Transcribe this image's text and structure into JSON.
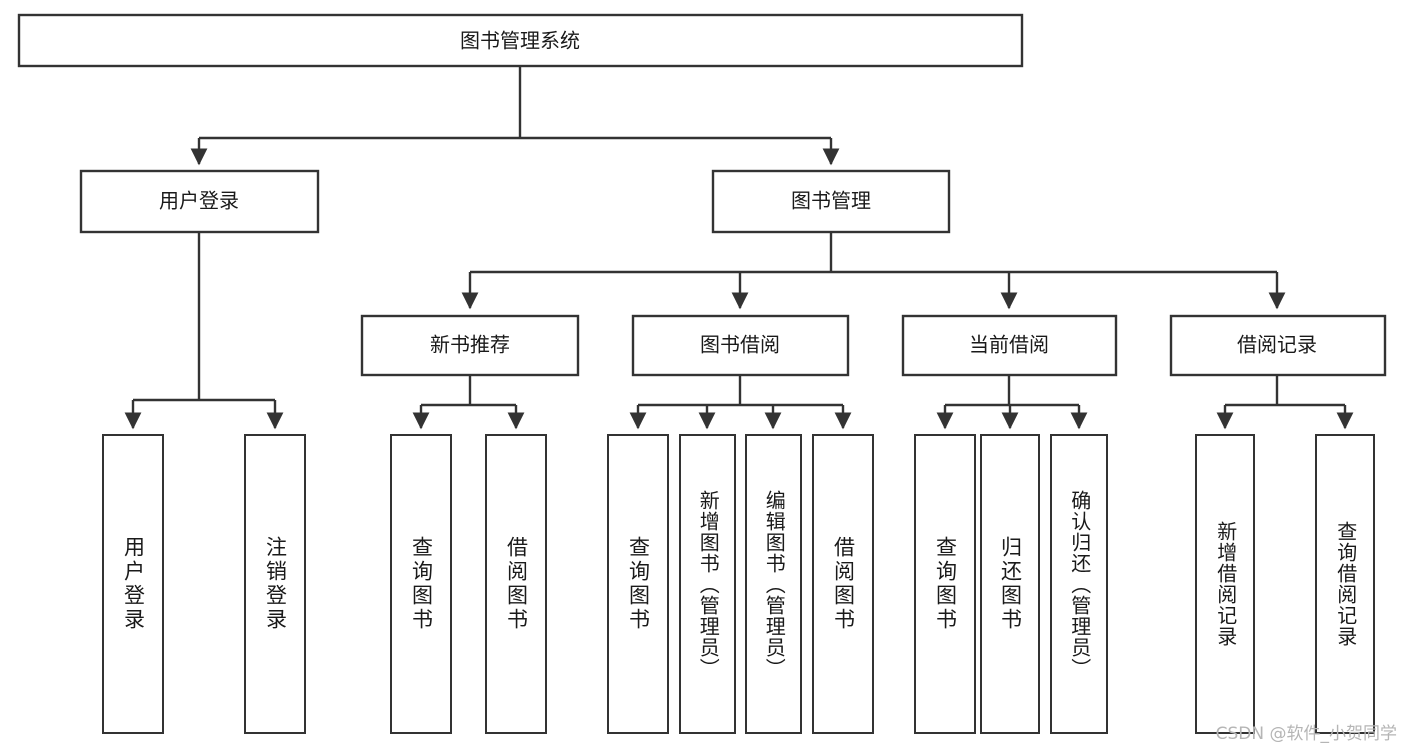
{
  "diagram": {
    "type": "tree",
    "title": "图书管理系统",
    "watermark": "CSDN @软件_小贺同学",
    "colors": {
      "stroke": "#333333",
      "fill": "#ffffff",
      "text": "#1a1a1a",
      "watermark": "#b5b5b5"
    },
    "root": {
      "label": "图书管理系统"
    },
    "level2": [
      {
        "label": "用户登录"
      },
      {
        "label": "图书管理"
      }
    ],
    "level3": [
      {
        "label": "新书推荐"
      },
      {
        "label": "图书借阅"
      },
      {
        "label": "当前借阅"
      },
      {
        "label": "借阅记录"
      }
    ],
    "leaves": {
      "user_login": [
        {
          "label": "用户登录"
        },
        {
          "label": "注销登录"
        }
      ],
      "new_book_recommend": [
        {
          "label": "查询图书"
        },
        {
          "label": "借阅图书"
        }
      ],
      "book_borrow": [
        {
          "label": "查询图书"
        },
        {
          "label": "新增图书（管理员）"
        },
        {
          "label": "编辑图书（管理员）"
        },
        {
          "label": "借阅图书"
        }
      ],
      "current_borrow": [
        {
          "label": "查询图书"
        },
        {
          "label": "归还图书"
        },
        {
          "label": "确认归还（管理员）"
        }
      ],
      "borrow_record": [
        {
          "label": "新增借阅记录"
        },
        {
          "label": "查询借阅记录"
        }
      ]
    }
  }
}
